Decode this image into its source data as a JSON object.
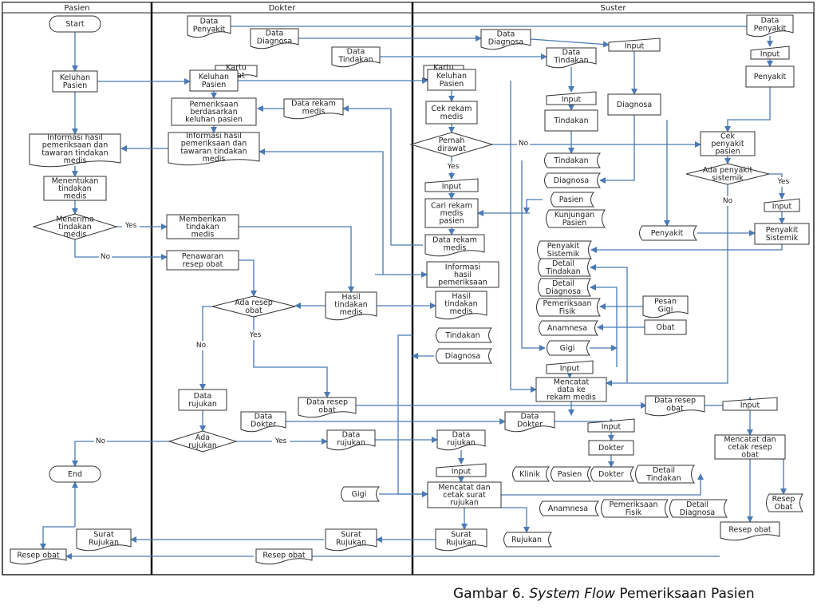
{
  "lanes": [
    {
      "id": "pasien",
      "title": "Pasien"
    },
    {
      "id": "dokter",
      "title": "Dokter"
    },
    {
      "id": "suster",
      "title": "Suster"
    }
  ],
  "caption": {
    "prefix": "Gambar 6. ",
    "italic": "System Flow",
    "suffix": " Pemeriksaan Pasien"
  },
  "nodes": [
    {
      "id": "start",
      "text": "Start"
    },
    {
      "id": "p_keluhan",
      "text": "Keluhan\nPasien"
    },
    {
      "id": "p_info",
      "text": "Informasi hasil\npemeriksaan dan\ntawaran tindakan\nmedis"
    },
    {
      "id": "p_menentukan",
      "text": "Menentukan\ntindakan\nmedis"
    },
    {
      "id": "p_menerima",
      "text": "Menerima\ntindakan\nmedis"
    },
    {
      "id": "end",
      "text": "End"
    },
    {
      "id": "p_surat",
      "text": "Surat\nRujukan"
    },
    {
      "id": "p_resep",
      "text": "Resep obat"
    },
    {
      "id": "d_datapenyakit",
      "text": "Data\nPenyakit"
    },
    {
      "id": "d_datadiagnosa",
      "text": "Data\nDiagnosa"
    },
    {
      "id": "d_datatindakan",
      "text": "Data\nTindakan"
    },
    {
      "id": "d_kartu",
      "text": "Kartu\nobat"
    },
    {
      "id": "d_keluhan",
      "text": "Keluhan\nPasien"
    },
    {
      "id": "d_pemeriksaan",
      "text": "Pemeriksaan\nberdasarkan\nkeluhan pasien"
    },
    {
      "id": "d_datarekam",
      "text": "Data rekam\nmedis"
    },
    {
      "id": "d_info",
      "text": "Informasi hasil\npemeriksaan dan\ntawaran tindakan\nmedis"
    },
    {
      "id": "d_memberikan",
      "text": "Memberikan\ntindakan\nmedis"
    },
    {
      "id": "d_penawaran",
      "text": "Penawaran\nresep obat"
    },
    {
      "id": "d_adaresep",
      "text": "Ada resep\nobat"
    },
    {
      "id": "d_hasil",
      "text": "Hasil\ntindakan\nmedis"
    },
    {
      "id": "d_datarujukan",
      "text": "Data\nrujukan"
    },
    {
      "id": "d_dataresep",
      "text": "Data resep\nobat"
    },
    {
      "id": "d_datadokter",
      "text": "Data\nDokter"
    },
    {
      "id": "d_adarujukan",
      "text": "Ada\nrujukan"
    },
    {
      "id": "d_datarujukan2",
      "text": "Data\nrujukan"
    },
    {
      "id": "d_surat",
      "text": "Surat\nRujukan"
    },
    {
      "id": "d_resep",
      "text": "Resep obat"
    },
    {
      "id": "s_kartu",
      "text": "Kartu\nobat"
    },
    {
      "id": "s_keluhan",
      "text": "Keluhan\nPasien"
    },
    {
      "id": "s_cekrekam",
      "text": "Cek rekam\nmedis"
    },
    {
      "id": "s_pernah",
      "text": "Pernah\ndirawat"
    },
    {
      "id": "s_input1",
      "text": "Input"
    },
    {
      "id": "s_cari",
      "text": "Cari rekam\nmedis\npasien"
    },
    {
      "id": "s_datarekam",
      "text": "Data rekam\nmedis"
    },
    {
      "id": "s_informasi",
      "text": "Informasi\nhasil\npemeriksaan"
    },
    {
      "id": "s_hasil",
      "text": "Hasil\ntindakan\nmedis"
    },
    {
      "id": "s_tindakan_in",
      "text": "Tindakan"
    },
    {
      "id": "s_diagnosa_in",
      "text": "Diagnosa"
    },
    {
      "id": "s_datadiagnosa",
      "text": "Data\nDiagnosa"
    },
    {
      "id": "s_datatindakan",
      "text": "Data\nTindakan"
    },
    {
      "id": "s_input_top",
      "text": "Input"
    },
    {
      "id": "s_input_t",
      "text": "Input"
    },
    {
      "id": "s_tindakan_proc",
      "text": "Tindakan"
    },
    {
      "id": "s_diagnosa_proc",
      "text": "Diagnosa"
    },
    {
      "id": "s_datapenyakit",
      "text": "Data\nPenyakit"
    },
    {
      "id": "s_input_p",
      "text": "Input"
    },
    {
      "id": "s_penyakit_proc",
      "text": "Penyakit"
    },
    {
      "id": "s_cekpenyakit",
      "text": "Cek\npenyakit\npasien"
    },
    {
      "id": "s_adapenyakit",
      "text": "Ada penyakit\nsistemik"
    },
    {
      "id": "s_input_ps",
      "text": "Input"
    },
    {
      "id": "s_penyakit_sis",
      "text": "Penyakit\nSistemik"
    },
    {
      "id": "s_penyakit_store",
      "text": "Penyakit"
    },
    {
      "id": "st_tindakan",
      "text": "Tindakan"
    },
    {
      "id": "st_diagnosa",
      "text": "Diagnosa"
    },
    {
      "id": "st_pasien",
      "text": "Pasien"
    },
    {
      "id": "st_kunjungan",
      "text": "Kunjungan\nPasien"
    },
    {
      "id": "st_penyakitsis",
      "text": "Penyakit\nSistemik"
    },
    {
      "id": "st_detailtindakan",
      "text": "Detail\nTindakan"
    },
    {
      "id": "st_detaildiagnosa",
      "text": "Detail\nDiagnosa"
    },
    {
      "id": "st_pemeriksaanfisik",
      "text": "Pemeriksaan\nFisik"
    },
    {
      "id": "st_anamnesa",
      "text": "Anamnesa"
    },
    {
      "id": "st_gigi",
      "text": "Gigi"
    },
    {
      "id": "s_pesangigi",
      "text": "Pesan\nGigi"
    },
    {
      "id": "s_obat",
      "text": "Obat"
    },
    {
      "id": "s_input_m",
      "text": "Input"
    },
    {
      "id": "s_mencatat",
      "text": "Mencatat\ndata ke\nrekam medis"
    },
    {
      "id": "s_dataresep",
      "text": "Data resep\nobat"
    },
    {
      "id": "s_input_r",
      "text": "Input"
    },
    {
      "id": "s_cetakresep",
      "text": "Mencatat dan\ncetak resep\nobat"
    },
    {
      "id": "s_resepobat_store",
      "text": "Resep\nObat"
    },
    {
      "id": "s_resepobat",
      "text": "Resep obat"
    },
    {
      "id": "s_datadokter",
      "text": "Data\nDokter"
    },
    {
      "id": "s_input_d",
      "text": "Input"
    },
    {
      "id": "s_dokter",
      "text": "Dokter"
    },
    {
      "id": "s_klinik",
      "text": "Klinik"
    },
    {
      "id": "s_pasien2",
      "text": "Pasien"
    },
    {
      "id": "s_dokter2",
      "text": "Dokter"
    },
    {
      "id": "s_detailtindakan2",
      "text": "Detail\nTindakan"
    },
    {
      "id": "s_anamnesa2",
      "text": "Anamnesa"
    },
    {
      "id": "s_pemfisik2",
      "text": "Pemeriksaan\nFisik"
    },
    {
      "id": "s_detaildiag2",
      "text": "Detail\nDiagnosa"
    },
    {
      "id": "s_datarujukan",
      "text": "Data\nrujukan"
    },
    {
      "id": "s_input_rj",
      "text": "Input"
    },
    {
      "id": "s_gigi",
      "text": "Gigi"
    },
    {
      "id": "s_cetaksurat",
      "text": "Mencatat dan\ncetak surat\nrujukan"
    },
    {
      "id": "s_surat",
      "text": "Surat\nRujukan"
    },
    {
      "id": "s_rujukan_store",
      "text": "Rujukan"
    }
  ],
  "edge_labels": [
    {
      "id": "lbl_no_pernah",
      "text": "No"
    },
    {
      "id": "lbl_yes_pernah",
      "text": "Yes"
    },
    {
      "id": "lbl_yes_menerima",
      "text": "Yes"
    },
    {
      "id": "lbl_no_menerima",
      "text": "No"
    },
    {
      "id": "lbl_no_resep",
      "text": "No"
    },
    {
      "id": "lbl_yes_resep",
      "text": "Yes"
    },
    {
      "id": "lbl_no_rujukan",
      "text": "No"
    },
    {
      "id": "lbl_yes_rujukan",
      "text": "Yes"
    },
    {
      "id": "lbl_yes_sis",
      "text": "Yes"
    },
    {
      "id": "lbl_no_sis",
      "text": "No"
    }
  ]
}
